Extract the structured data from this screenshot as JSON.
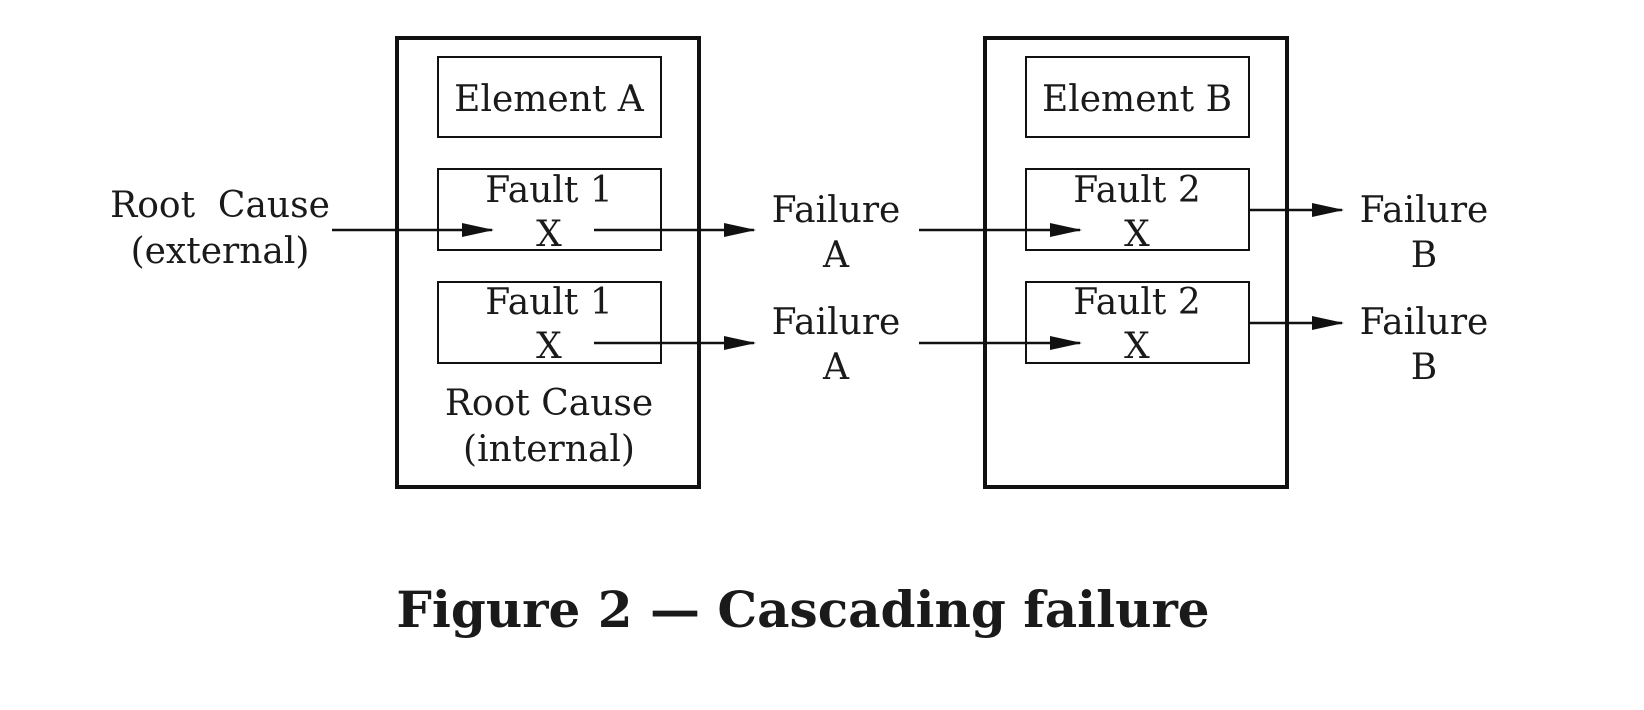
{
  "diagram": {
    "element_a": {
      "title": "Element A",
      "fault_upper": {
        "label": "Fault 1",
        "mark": "X"
      },
      "fault_lower": {
        "label": "Fault 1",
        "mark": "X"
      },
      "root_cause_internal": {
        "line1": "Root Cause",
        "line2": "(internal)"
      }
    },
    "element_b": {
      "title": "Element B",
      "fault_upper": {
        "label": "Fault 2",
        "mark": "X"
      },
      "fault_lower": {
        "label": "Fault 2",
        "mark": "X"
      }
    },
    "root_cause_external": {
      "line1": "Root  Cause",
      "line2": "(external)"
    },
    "failure_a_upper": {
      "line1": "Failure",
      "line2": "A"
    },
    "failure_a_lower": {
      "line1": "Failure",
      "line2": "A"
    },
    "failure_b_upper": {
      "line1": "Failure",
      "line2": "B"
    },
    "failure_b_lower": {
      "line1": "Failure",
      "line2": "B"
    }
  },
  "caption": "Figure 2 — Cascading failure"
}
